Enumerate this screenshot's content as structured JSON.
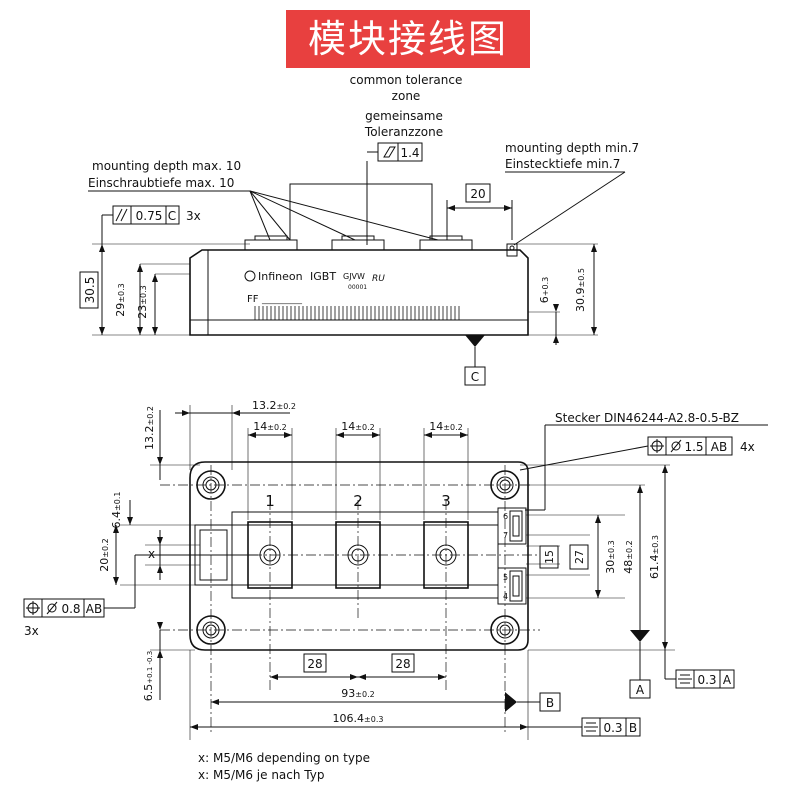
{
  "title": "模块接线图",
  "top_view": {
    "common_tolerance_en_1": "common tolerance",
    "common_tolerance_en_2": "zone",
    "common_tolerance_de_1": "gemeinsame",
    "common_tolerance_de_2": "Toleranzzone",
    "profile_tol": "1.4",
    "mount_max_en": "mounting depth max. 10",
    "mount_max_de": "Einschraubtiefe max. 10",
    "mount_min_en": "mounting depth min.7",
    "mount_min_de": "Einstecktiefe min.7",
    "dim_20": "20",
    "parallel_tol": "0.75",
    "parallel_ref": "C",
    "parallel_count": "3x",
    "dim_30_5": "30.5",
    "dim_29": "29",
    "dim_29_tol": "±0.3",
    "dim_23": "23",
    "dim_23_tol": "±0.3",
    "dim_6": "6",
    "dim_6_tol": "+0.3",
    "dim_30_9": "30.9",
    "dim_30_9_tol": "±0.5",
    "datum_c": "C",
    "brand": "Infineon",
    "module_type": "IGBT",
    "code_1": "GJVW",
    "code_2": "00001",
    "ul_mark": "RU",
    "series_label": "FF",
    "series_blank": "__________"
  },
  "bottom_view": {
    "dim_13_2_h": "13.2",
    "dim_13_2_h_tol": "±0.2",
    "dim_13_2_v": "13.2",
    "dim_13_2_v_tol": "±0.2",
    "dim_14_a": "14",
    "dim_14_b": "14",
    "dim_14_c": "14",
    "dim_14_tol": "±0.2",
    "connector_label": "Stecker DIN46244-A2.8-0.5-BZ",
    "pos_tol_value": "1.5",
    "pos_tol_ref": "AB",
    "pos_tol_count": "4x",
    "term_1": "1",
    "term_2": "2",
    "term_3": "3",
    "pin_6": "6",
    "pin_7": "7",
    "pin_5": "5",
    "pin_4": "4",
    "dim_6_4": "6.4",
    "dim_6_4_tol": "±0.1",
    "dim_20": "20",
    "dim_20_tol": "±0.2",
    "dim_x": "x",
    "hole_tol_value": "0.8",
    "hole_tol_ref": "AB",
    "hole_tol_count": "3x",
    "dim_15": "15",
    "dim_27": "27",
    "dim_30": "30",
    "dim_30_tol": "±0.3",
    "dim_48": "48",
    "dim_48_tol": "±0.2",
    "dim_61_4": "61.4",
    "dim_61_4_tol": "±0.3",
    "dim_6_5": "6.5",
    "dim_6_5_tol": "+0.1 -0.3",
    "dim_28_a": "28",
    "dim_28_b": "28",
    "dim_93": "93",
    "dim_93_tol": "±0.2",
    "datum_b": "B",
    "datum_a": "A",
    "flat_tol_a": "0.3",
    "flat_ref_a": "A",
    "dim_106_4": "106.4",
    "dim_106_4_tol": "±0.3",
    "flat_tol_b": "0.3",
    "flat_ref_b": "B",
    "note_en": "x: M5/M6 depending on type",
    "note_de": "x: M5/M6 je nach Typ"
  }
}
